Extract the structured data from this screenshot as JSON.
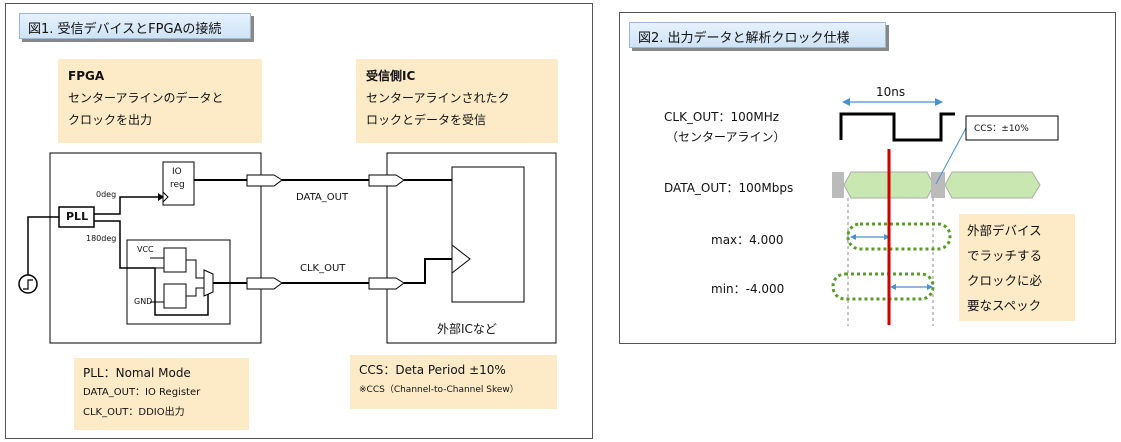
{
  "fig1": {
    "title": "図1. 受信デバイスとFPGAの接続",
    "fpga_note": {
      "head": "FPGA",
      "line1": "センターアラインのデータと",
      "line2": "クロックを出力"
    },
    "rx_note": {
      "head": "受信側IC",
      "line1": "センターアラインされたク",
      "line2": "ロックとデータを受信"
    },
    "pll": "PLL",
    "deg0": "0deg",
    "deg180": "180deg",
    "io_reg_1": "IO",
    "io_reg_2": "reg",
    "vcc": "VCC",
    "gnd": "GND",
    "data_out": "DATA_OUT",
    "clk_out": "CLK_OUT",
    "ext_ic": "外部ICなど",
    "pll_note": {
      "l1": "PLL：Nomal Mode",
      "l2": "DATA_OUT：IO Register",
      "l3": "CLK_OUT：DDIO出力"
    },
    "ccs_note": {
      "l1": "CCS：Deta Period ±10%",
      "l2": "※CCS（Channel-to-Channel Skew）"
    }
  },
  "fig2": {
    "title": "図2. 出力データと解析クロック仕様",
    "clk_label_1": "CLK_OUT：100MHz",
    "clk_label_2": "（センターアライン）",
    "period": "10ns",
    "ccs": "CCS：±10%",
    "data_label": "DATA_OUT：100Mbps",
    "max": "max：4.000",
    "min": "min：-4.000",
    "ext_note": {
      "l1": "外部デバイス",
      "l2": "でラッチする",
      "l3": "クロックに必",
      "l4": "要なスペック"
    }
  },
  "colors": {
    "note_bg": "#fdebc8",
    "data_green": "#c9e7b0",
    "dot_green": "#5a9a2a",
    "red": "#cc0000",
    "arrow_blue": "#4a90d0"
  }
}
